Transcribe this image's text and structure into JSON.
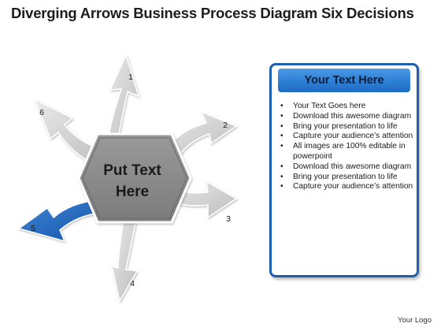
{
  "title": "Diverging Arrows Business Process Diagram Six Decisions",
  "center": {
    "line1": "Put Text",
    "line2": "Here"
  },
  "arrows": [
    {
      "number": "1"
    },
    {
      "number": "2"
    },
    {
      "number": "3"
    },
    {
      "number": "4"
    },
    {
      "number": "5",
      "highlighted": true
    },
    {
      "number": "6"
    }
  ],
  "panel": {
    "header": "Your Text Here",
    "items": [
      "Your Text Goes here",
      "Download this awesome diagram",
      "Bring your presentation to life",
      "Capture your audience’s attention",
      "All images are 100% editable in powerpoint",
      "Download this awesome diagram",
      "Bring your presentation to life",
      "Capture your audience’s attention"
    ]
  },
  "logo": "Your Logo",
  "colors": {
    "arrow_gray": "#cfcfcf",
    "arrow_blue": "#1f5fb0",
    "hexagon": "#8c8c8c",
    "panel_border": "#1f5fb0"
  }
}
